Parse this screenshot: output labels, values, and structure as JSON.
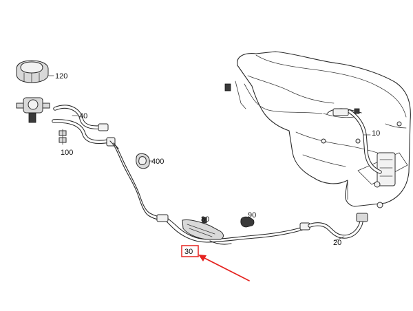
{
  "diagram": {
    "callouts": [
      {
        "id": "120",
        "label": "120"
      },
      {
        "id": "40",
        "label": "40"
      },
      {
        "id": "100",
        "label": "100"
      },
      {
        "id": "400",
        "label": "400"
      },
      {
        "id": "10",
        "label": "10"
      },
      {
        "id": "80",
        "label": "80"
      },
      {
        "id": "90",
        "label": "90"
      },
      {
        "id": "20",
        "label": "20"
      },
      {
        "id": "30",
        "label": "30"
      }
    ],
    "highlight": {
      "callout": "30",
      "color": "#e52421"
    },
    "arrow_color": "#e52421",
    "line_color": "#2a2a2a"
  }
}
